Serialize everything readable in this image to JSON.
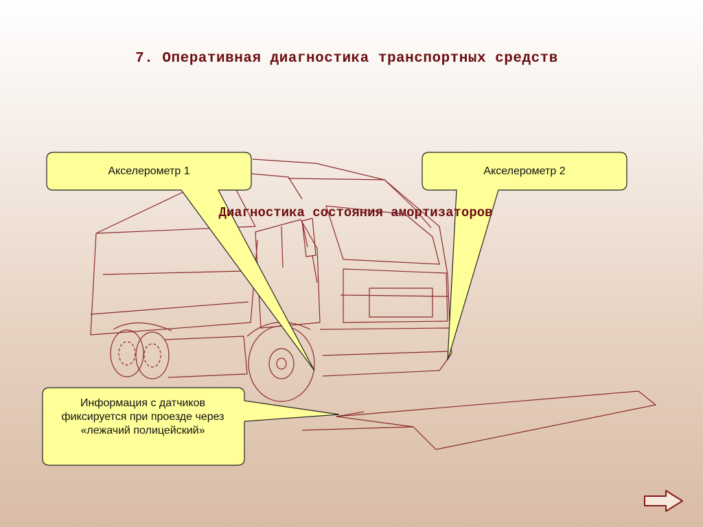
{
  "slide": {
    "title": "7. Оперативная диагностика транспортных средств",
    "subtitle": "Диагностика состояния амортизаторов"
  },
  "callouts": {
    "accelerometer_1": "Акселерометр 1",
    "accelerometer_2": "Акселерометр 2",
    "info": "Информация с датчиков фиксируется при проезде через «лежачий полицейский»"
  },
  "navigation": {
    "next_icon": "right-arrow-icon"
  },
  "colors": {
    "title": "#6b0e12",
    "sketch_lines": "#8a2a2a",
    "callout_fill": "#ffff99",
    "callout_border": "#222222"
  }
}
